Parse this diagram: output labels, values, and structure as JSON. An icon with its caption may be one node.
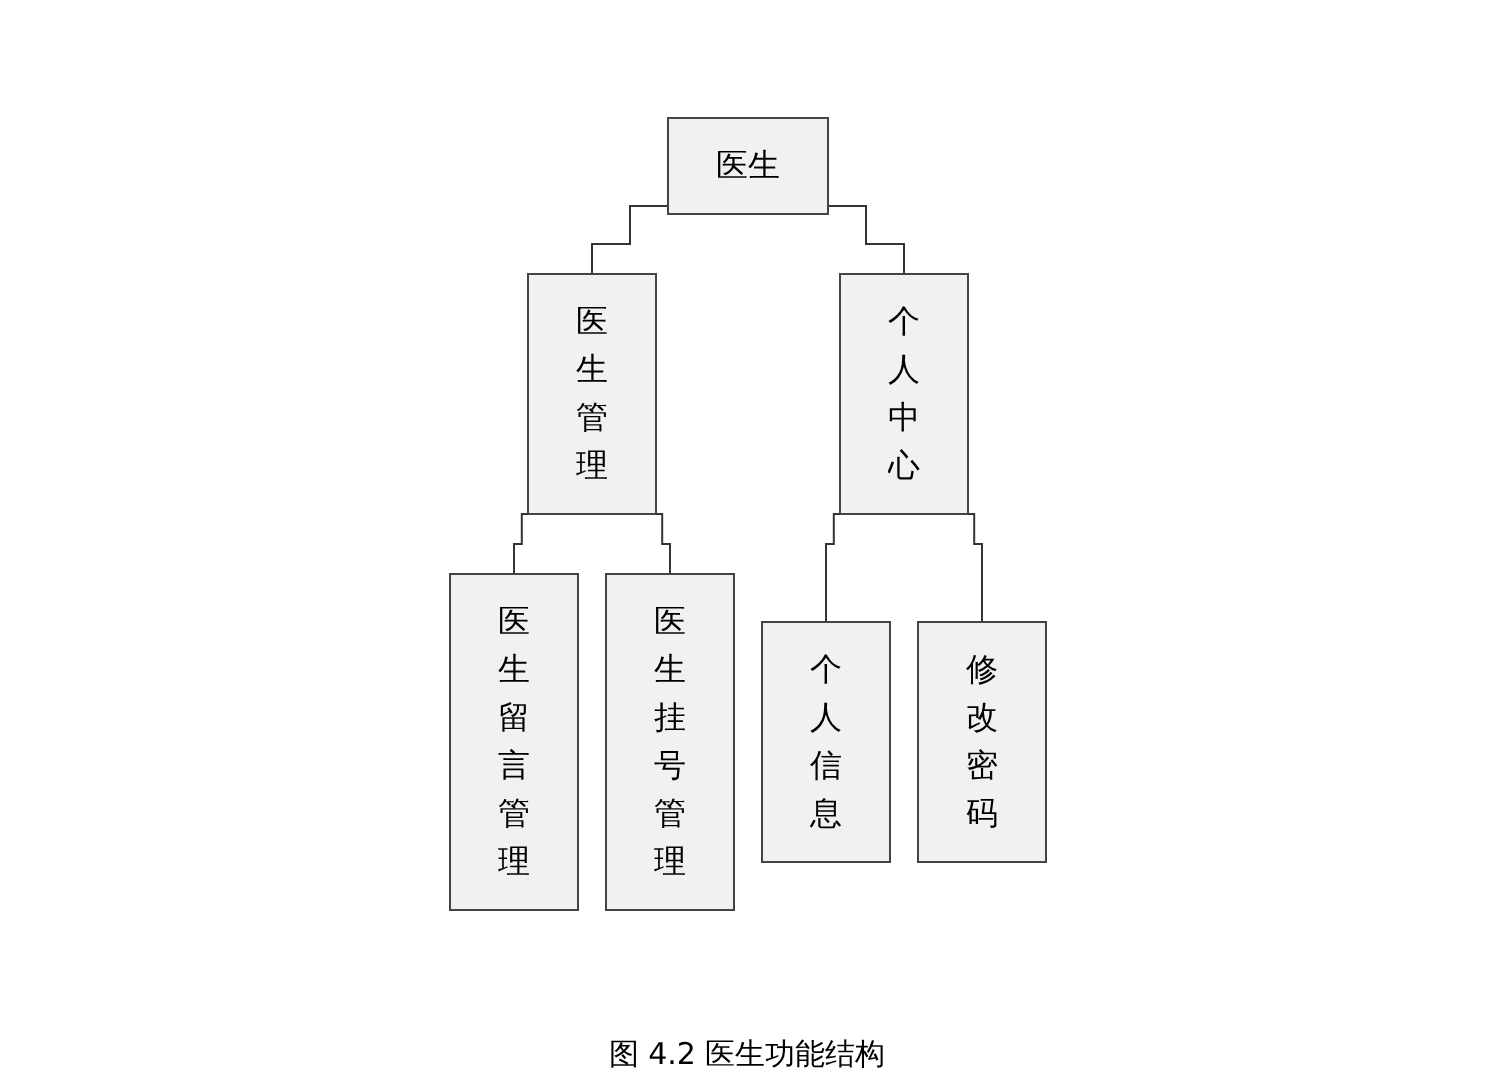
{
  "diagram": {
    "caption": "图 4.2 医生功能结构",
    "nodes": [
      {
        "text": [
          "医生"
        ]
      },
      {
        "text": [
          "医生管理"
        ]
      },
      {
        "text": [
          "个人中心"
        ]
      },
      {
        "text": [
          "医生留言管理"
        ]
      },
      {
        "text": [
          "医生挂号管理"
        ]
      },
      {
        "text": [
          "个人信息"
        ]
      },
      {
        "text": [
          "修改密码"
        ]
      }
    ],
    "edges": [
      {
        "from": 0,
        "to": 1,
        "arrow": "none"
      },
      {
        "from": 0,
        "to": 2,
        "arrow": "none"
      },
      {
        "from": 1,
        "to": 3,
        "arrow": "none"
      },
      {
        "from": 1,
        "to": 4,
        "arrow": "none"
      },
      {
        "from": 2,
        "to": 5,
        "arrow": "none"
      },
      {
        "from": 2,
        "to": 6,
        "arrow": "none"
      }
    ]
  }
}
